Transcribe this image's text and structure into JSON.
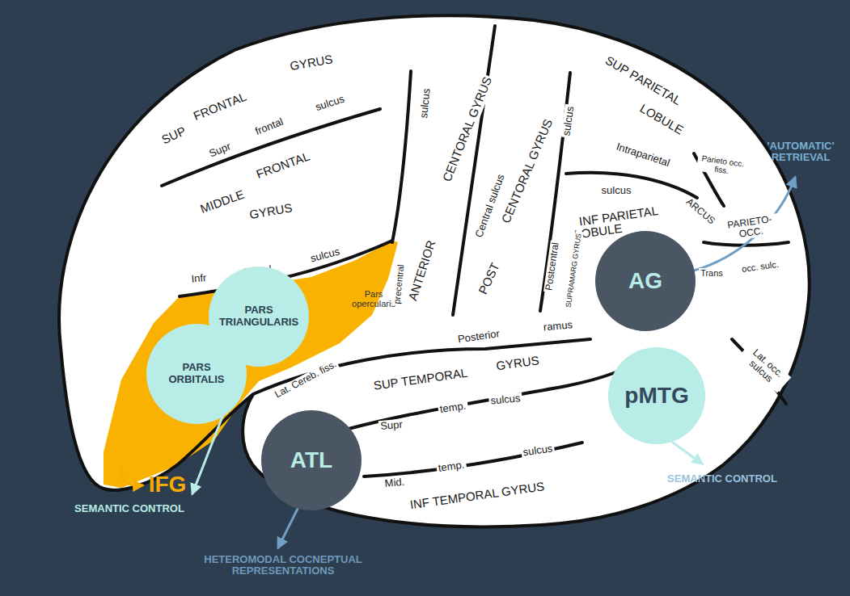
{
  "diagram": {
    "nodes": [
      {
        "text": [
          "PARS ORBITALIS"
        ]
      },
      {
        "text": [
          "PARS TRIANGULARIS"
        ]
      },
      {
        "text": [
          "ATL"
        ]
      },
      {
        "text": [
          "AG"
        ]
      },
      {
        "text": [
          "pMTG"
        ]
      }
    ],
    "labels": [
      "SUP",
      "FRONTAL",
      "GYRUS",
      "Supr",
      "frontal",
      "sulcus",
      "MIDDLE",
      "FRONTAL",
      "GYRUS",
      "Infr",
      "frontal",
      "sulcus",
      "Pars opercularis",
      "precentral",
      "sulcus",
      "ANTERIOR",
      "CENTORAL GYRUS",
      "Central sulcus",
      "POST",
      "CENTORAL GYRUS",
      "sulcus",
      "Postcentral",
      "SUP PARIETAL",
      "LOBULE",
      "Intraparietal",
      "sulcus",
      "INF PARIETAL",
      "LOBULE",
      "SUPRAMARG GYRUS",
      "Parieto occ. fiss.",
      "ARCUS",
      "PARIETO-OCC.",
      "Trans",
      "occ. sulc.",
      "Lat. occ. sulcus",
      "Posterior",
      "ramus",
      "Lat. Cereb. fiss.",
      "SUP TEMPORAL",
      "GYRUS",
      "Supr",
      "temp.",
      "sulcus",
      "Mid.",
      "temp.",
      "sulcus",
      "INF TEMPORAL GYRUS",
      "IFG",
      "SEMANTIC CONTROL",
      "HETEROMODAL COCNEPTUAL REPRESENTATIONS",
      "SEMANTIC CONTROL",
      "'AUTOMATIC' RETRIEVAL"
    ]
  }
}
